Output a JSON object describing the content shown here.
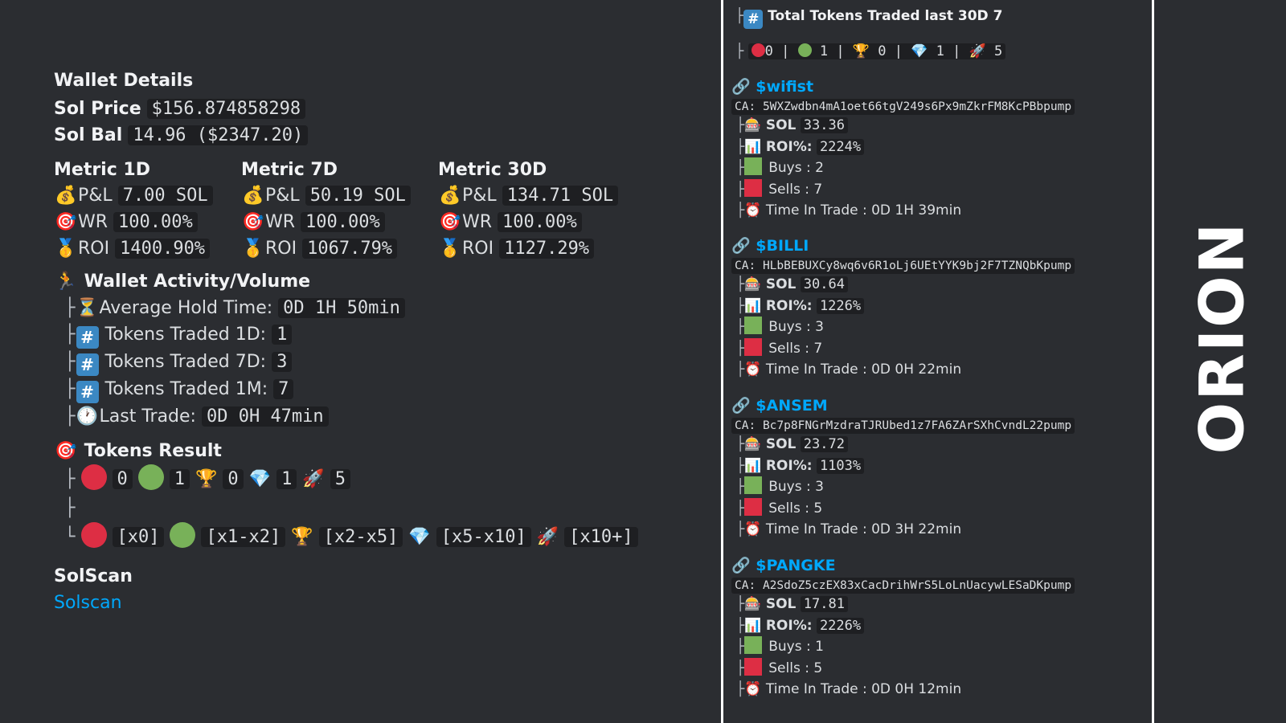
{
  "wallet": {
    "title": "Wallet Details",
    "sol_price_label": "Sol Price",
    "sol_price_value": "$156.874858298",
    "sol_bal_label": "Sol Bal",
    "sol_bal_value": "14.96 ($2347.20)"
  },
  "metrics": [
    {
      "title": "Metric 1D",
      "pnl_label": "P&L",
      "pnl": "7.00 SOL",
      "wr_label": "WR",
      "wr": "100.00%",
      "roi_label": "ROI",
      "roi": "1400.90%"
    },
    {
      "title": "Metric 7D",
      "pnl_label": "P&L",
      "pnl": "50.19 SOL",
      "wr_label": "WR",
      "wr": "100.00%",
      "roi_label": "ROI",
      "roi": "1067.79%"
    },
    {
      "title": "Metric 30D",
      "pnl_label": "P&L",
      "pnl": "134.71 SOL",
      "wr_label": "WR",
      "wr": "100.00%",
      "roi_label": "ROI",
      "roi": "1127.29%"
    }
  ],
  "activity": {
    "title": "Wallet Activity/Volume",
    "avg_hold_label": "Average Hold Time:",
    "avg_hold": "0D 1H 50min",
    "traded_1d_label": "Tokens Traded 1D:",
    "traded_1d": "1",
    "traded_7d_label": "Tokens Traded 7D:",
    "traded_7d": "3",
    "traded_1m_label": "Tokens Traded 1M:",
    "traded_1m": "7",
    "last_trade_label": "Last Trade:",
    "last_trade": "0D 0H 47min"
  },
  "results": {
    "title": "Tokens Result",
    "red": "0",
    "green": "1",
    "trophy": "0",
    "gem": "1",
    "rocket": "5",
    "legend_red": "[x0]",
    "legend_green": "[x1-x2]",
    "legend_trophy": "[x2-x5]",
    "legend_gem": "[x5-x10]",
    "legend_rocket": "[x10+]"
  },
  "solscan": {
    "title": "SolScan",
    "link": "Solscan"
  },
  "right": {
    "title": "Total Tokens Traded last 30D",
    "total": "7",
    "red": "0",
    "green": "1",
    "trophy": "0",
    "gem": "1",
    "rocket": "5"
  },
  "tokens": [
    {
      "name": "$wifist",
      "ca_label": "CA:",
      "ca": "5WXZwdbn4mA1oet66tgV249s6Px9mZkrFM8KcPBbpump",
      "sol_label": "SOL",
      "sol": "33.36",
      "roi_label": "ROI%:",
      "roi": "2224%",
      "buys_label": "Buys : 2",
      "sells_label": "Sells : 7",
      "time_label": "Time In Trade : 0D 1H 39min"
    },
    {
      "name": "$BILLI",
      "ca_label": "CA:",
      "ca": "HLbBEBUXCy8wq6v6R1oLj6UEtYYK9bj2F7TZNQbKpump",
      "sol_label": "SOL",
      "sol": "30.64",
      "roi_label": "ROI%:",
      "roi": "1226%",
      "buys_label": "Buys : 3",
      "sells_label": "Sells : 7",
      "time_label": "Time In Trade : 0D 0H 22min"
    },
    {
      "name": "$ANSEM",
      "ca_label": "CA:",
      "ca": "Bc7p8FNGrMzdraTJRUbed1z7FA6ZArSXhCvndL22pump",
      "sol_label": "SOL",
      "sol": "23.72",
      "roi_label": "ROI%:",
      "roi": "1103%",
      "buys_label": "Buys : 3",
      "sells_label": "Sells : 5",
      "time_label": "Time In Trade : 0D 3H 22min"
    },
    {
      "name": "$PANGKE",
      "ca_label": "CA:",
      "ca": "A2SdoZ5czEX83xCacDrihWrS5LoLnUacywLESaDKpump",
      "sol_label": "SOL",
      "sol": "17.81",
      "roi_label": "ROI%:",
      "roi": "2226%",
      "buys_label": "Buys : 1",
      "sells_label": "Sells : 5",
      "time_label": "Time In Trade : 0D 0H 12min"
    }
  ],
  "brand": "ORION",
  "icons": {
    "money_bag": "money-bag-icon",
    "target": "target-icon",
    "medal": "medal-icon",
    "runner": "runner-icon",
    "hourglass": "hourglass-icon",
    "hash": "hash-icon",
    "clock": "clock-icon",
    "trophy": "trophy-icon",
    "gem": "gem-icon",
    "rocket": "rocket-icon",
    "link": "link-icon",
    "chart": "chart-icon",
    "bars": "bars-icon",
    "alarm": "alarm-clock-icon"
  },
  "colors": {
    "background": "#2b2d31",
    "link": "#00a8fc",
    "red": "#dd2e44",
    "green": "#78b159",
    "hash_blue": "#3b88c3"
  }
}
